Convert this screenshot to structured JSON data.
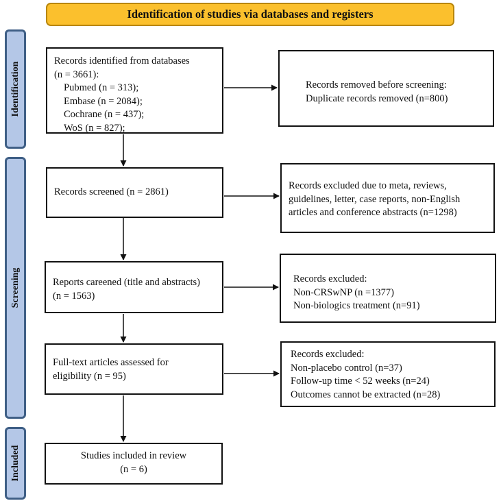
{
  "header": {
    "title": "Identification of studies via databases and registers"
  },
  "stages": {
    "identification": "Identification",
    "screening": "Screening",
    "included": "Included"
  },
  "boxes": {
    "identified": {
      "line1": "Records identified from databases",
      "line2": "(n = 3661):",
      "items": [
        "Pubmed (n = 313);",
        "Embase (n = 2084);",
        "Cochrane (n = 437);",
        "WoS (n = 827);"
      ]
    },
    "removed": {
      "line1": "Records removed before screening:",
      "line2": "Duplicate records removed (n=800)"
    },
    "screened": {
      "text": "Records screened (n = 2861)"
    },
    "excluded_meta": {
      "line1": "Records excluded due to meta, reviews,",
      "line2": "guidelines, letter, case reports, non-English",
      "line3": "articles  and  conference abstracts (n=1298)"
    },
    "careened": {
      "line1": "Reports careened (title and abstracts)",
      "line2": "(n = 1563)"
    },
    "excluded_crs": {
      "line1": "Records excluded:",
      "line2": "Non-CRSwNP (n =1377)",
      "line3": "Non-biologics treatment (n=91)"
    },
    "fulltext": {
      "line1": "Full-text   articles   assessed   for",
      "line2": "eligibility (n = 95)"
    },
    "excluded_full": {
      "line1": "Records excluded:",
      "line2": "Non-placebo control (n=37)",
      "line3": "Follow-up time < 52 weeks (n=24)",
      "line4": "Outcomes cannot be extracted (n=28)"
    },
    "included": {
      "line1": "Studies included in review",
      "line2": "(n = 6)"
    }
  },
  "colors": {
    "header_fill": "#fbc02d",
    "stage_fill": "#b4c7e7",
    "stage_border": "#3f5f86"
  }
}
